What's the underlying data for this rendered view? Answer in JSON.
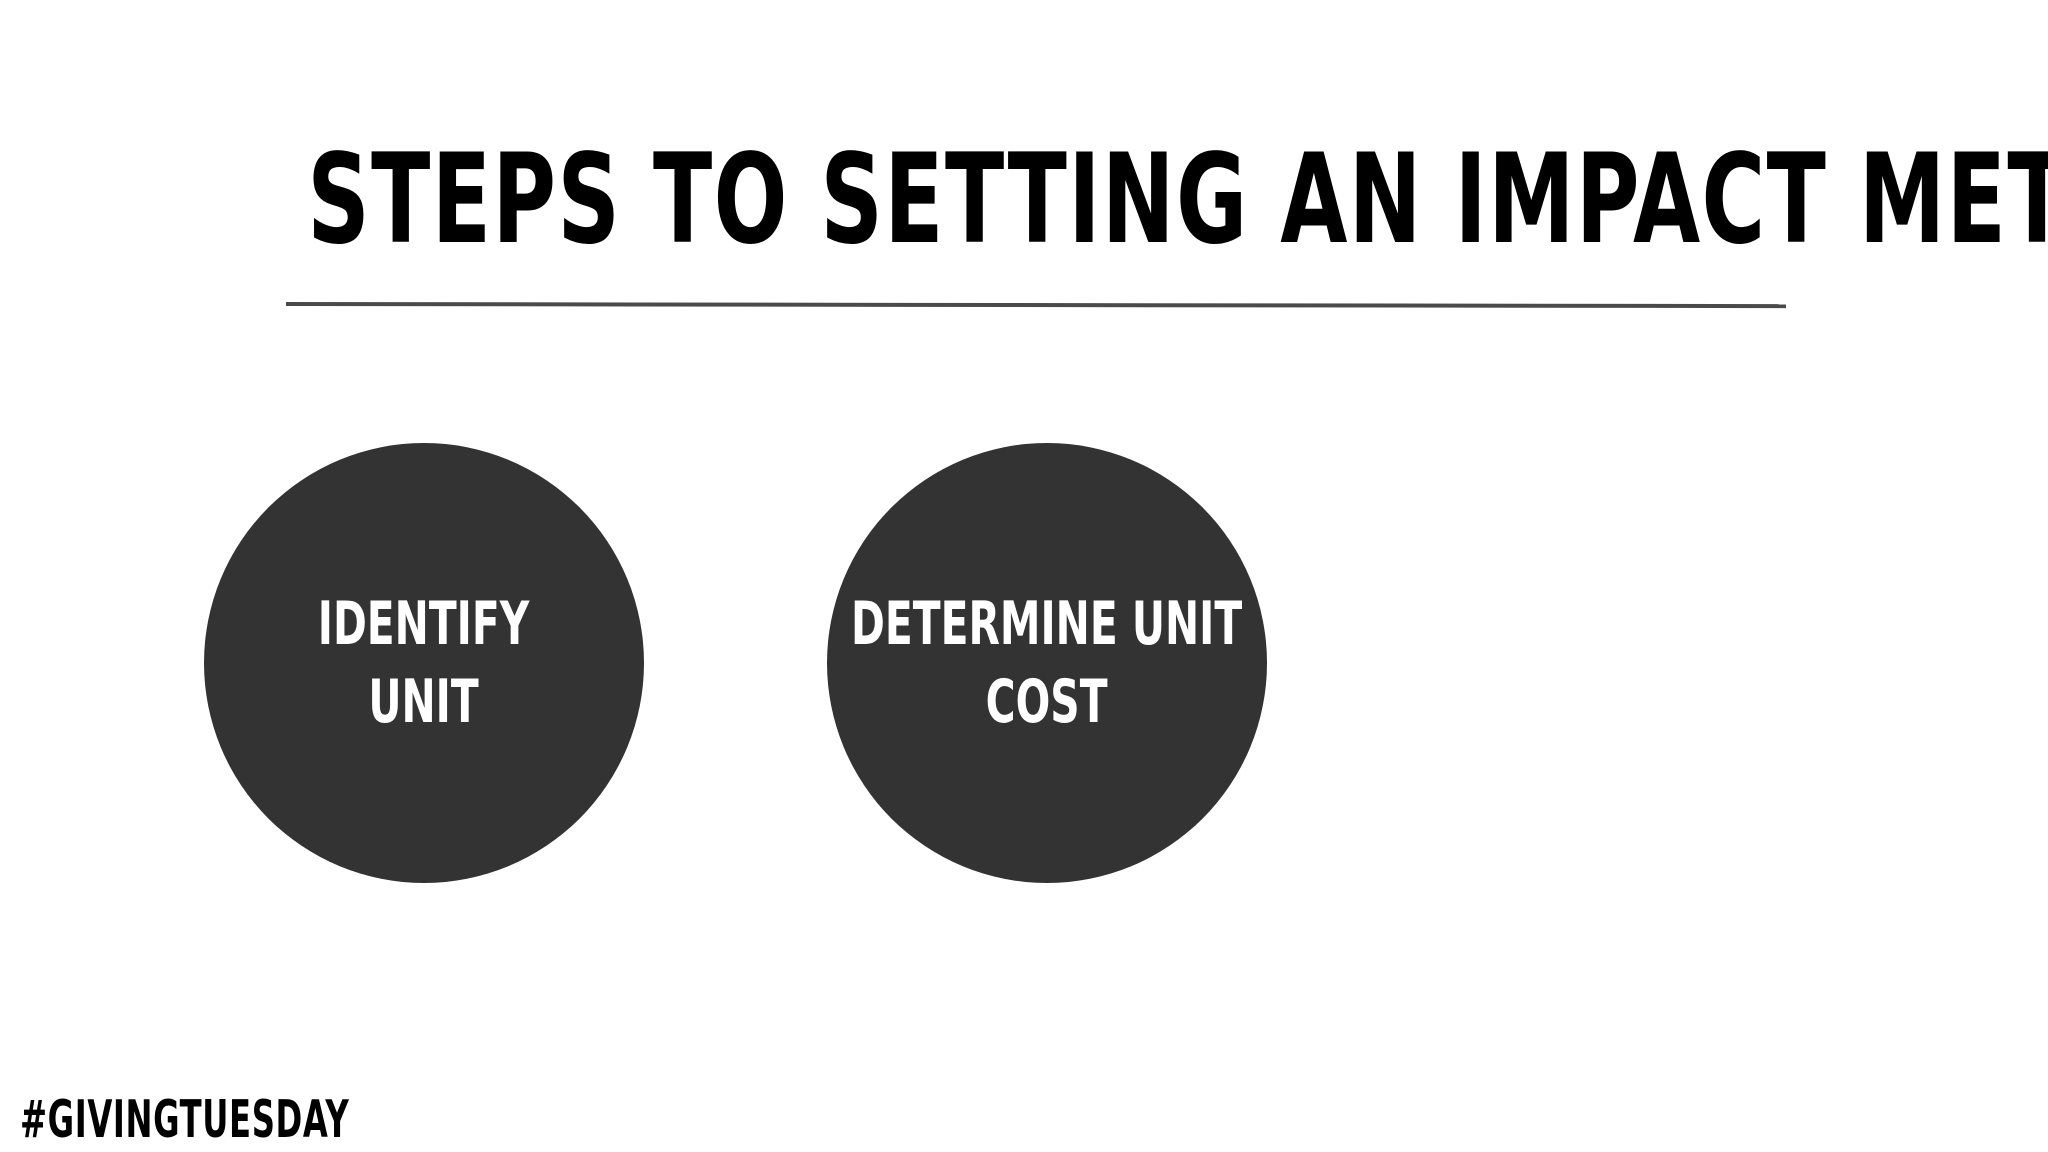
{
  "slide": {
    "title": "STEPS TO SETTING AN IMPACT METRIC",
    "steps": [
      {
        "line1": "IDENTIFY",
        "line2": "UNIT"
      },
      {
        "line1": "DETERMINE UNIT",
        "line2": "COST"
      }
    ],
    "footer": {
      "hashtag": "#GIVINGTUESDAY"
    }
  },
  "colors": {
    "background": "#ffffff",
    "title": "#000000",
    "divider": "#4a4a4a",
    "circle": "#333333",
    "circle_text": "#ffffff"
  }
}
